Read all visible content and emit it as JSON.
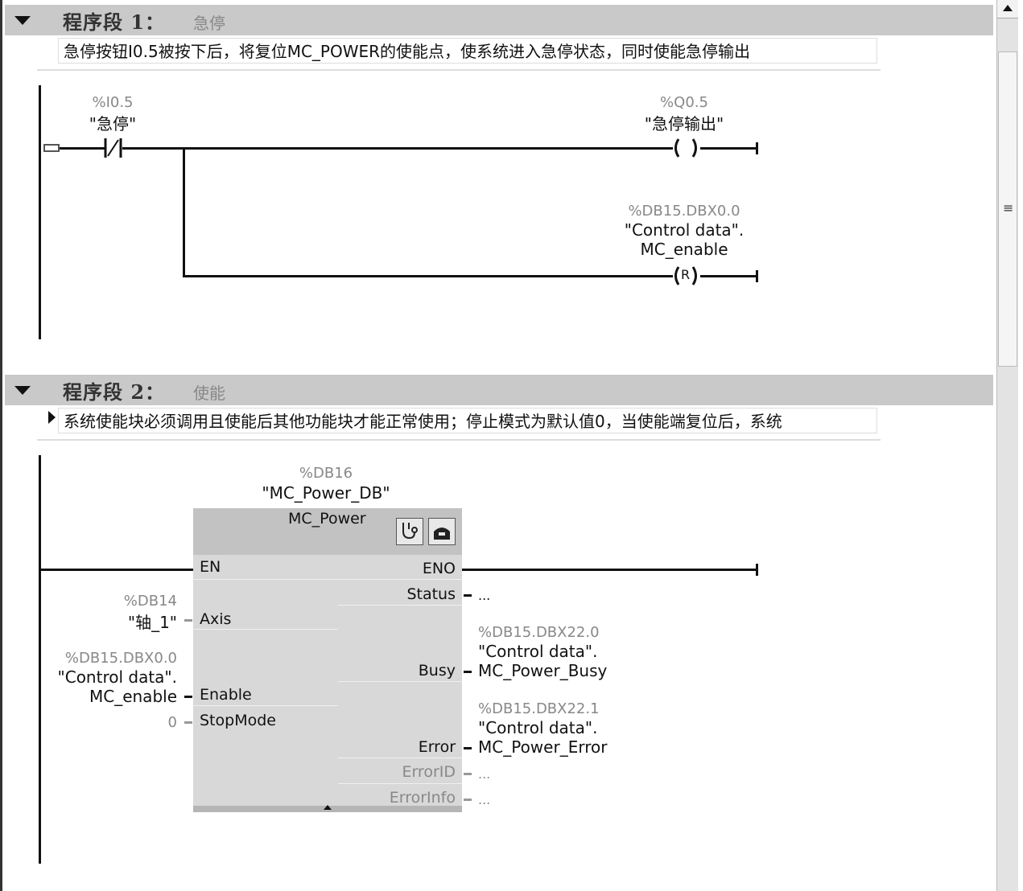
{
  "segment1": {
    "title": "程序段 1：",
    "subtitle": "急停",
    "comment": "急停按钮I0.5被按下后，将复位MC_POWER的使能点，使系统进入急停状态，同时使能急停输出",
    "contact": {
      "address": "%I0.5",
      "name": "\"急停\""
    },
    "coil_output": {
      "address": "%Q0.5",
      "name": "\"急停输出\"",
      "symbol": "(  )"
    },
    "coil_reset": {
      "address": "%DB15.DBX0.0",
      "name_line1": "\"Control data\".",
      "name_line2": "MC_enable",
      "symbol": "R"
    }
  },
  "segment2": {
    "title": "程序段 2：",
    "subtitle": "使能",
    "comment": "系统使能块必须调用且使能后其他功能块才能正常使用；停止模式为默认值0，当使能端复位后，系统",
    "block": {
      "instance_db": "%DB16",
      "instance_name": "\"MC_Power_DB\"",
      "type": "MC_Power",
      "inputs": {
        "en": "EN",
        "axis": "Axis",
        "enable": "Enable",
        "stopmode": "StopMode"
      },
      "outputs": {
        "eno": "ENO",
        "status": "Status",
        "busy": "Busy",
        "error": "Error",
        "errorid": "ErrorID",
        "errorinfo": "ErrorInfo"
      },
      "axis_param": {
        "address": "%DB14",
        "name": "\"轴_1\""
      },
      "enable_param": {
        "address": "%DB15.DBX0.0",
        "name_line1": "\"Control data\".",
        "name_line2": "MC_enable"
      },
      "stopmode_value": "0",
      "status_value": "...",
      "busy_param": {
        "address": "%DB15.DBX22.0",
        "name_line1": "\"Control data\".",
        "name_line2": "MC_Power_Busy"
      },
      "error_param": {
        "address": "%DB15.DBX22.1",
        "name_line1": "\"Control data\".",
        "name_line2": "MC_Power_Error"
      },
      "errorid_value": "...",
      "errorinfo_value": "...",
      "icons": [
        "diagnostics-stethoscope-icon",
        "commissioning-icon"
      ]
    }
  },
  "scrollbar": {
    "grip_symbol": "≡"
  }
}
